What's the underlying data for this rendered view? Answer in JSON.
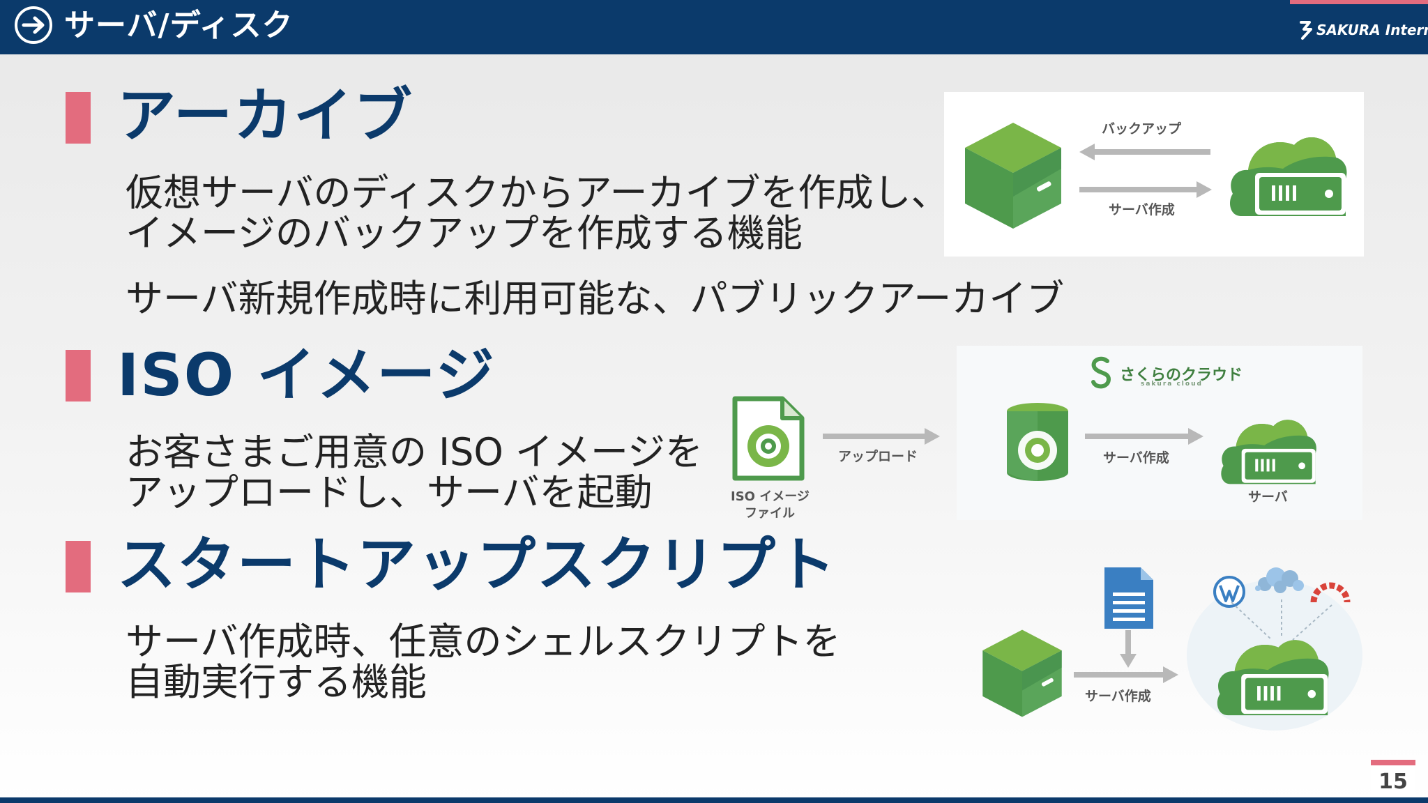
{
  "header": {
    "title": "サーバ/ディスク",
    "logo_text": "SAKURA Internet",
    "background_color": "#0b3a6b",
    "accent_color": "#e36c7e"
  },
  "sections": [
    {
      "title": "アーカイブ",
      "paragraphs": [
        [
          "仮想サーバのディスクからアーカイブを作成し、",
          "イメージのバックアップを作成する機能"
        ],
        [
          "サーバ新規作成時に利用可能な、パブリックアーカイブ"
        ]
      ]
    },
    {
      "title": "ISO イメージ",
      "paragraphs": [
        [
          "お客さまご用意の ISO イメージを",
          "アップロードし、サーバを起動"
        ]
      ]
    },
    {
      "title": "スタートアップスクリプト",
      "paragraphs": [
        [
          "サーバ作成時、任意のシェルスクリプトを",
          "自動実行する機能"
        ]
      ]
    }
  ],
  "diagrams": {
    "archive": {
      "backup_label": "バックアップ",
      "create_label": "サーバ作成",
      "icons": [
        "archive-box-icon",
        "cloud-server-icon"
      ]
    },
    "iso": {
      "file_label_line1": "ISO イメージ",
      "file_label_line2": "ファイル",
      "upload_label": "アップロード",
      "cloud_brand": "さくらのクラウド",
      "cloud_brand_sub": "sakura cloud",
      "create_label": "サーバ作成",
      "server_label": "サーバ",
      "icons": [
        "iso-file-icon",
        "disk-icon",
        "cloud-server-icon"
      ]
    },
    "startup": {
      "create_label": "サーバ作成",
      "icons": [
        "archive-box-icon",
        "script-document-icon",
        "wordpress-icon",
        "owncloud-icon",
        "redmine-icon",
        "cloud-server-icon"
      ]
    }
  },
  "page_number": "15",
  "colors": {
    "green_dark": "#4e9a4c",
    "green_light": "#7ab648",
    "title_blue": "#0b3a6b",
    "doc_blue": "#3a7fc2",
    "pink": "#e36c7e"
  }
}
